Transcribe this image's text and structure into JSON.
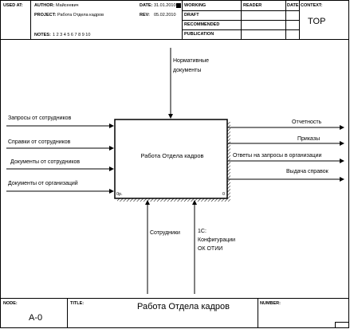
{
  "header": {
    "used_at_label": "USED AT:",
    "author_label": "AUTHOR:",
    "author_value": "Майсеевич",
    "project_label": "PROJECT:",
    "project_value": "Работа Отдела кадров",
    "date_label": "DATE:",
    "date_value": "31.01.2010",
    "rev_label": "REV:",
    "rev_value": "05.02.2010",
    "notes_label": "NOTES:",
    "notes_value": "1 2 3 4 5 6 7 8 9 10",
    "status_items": [
      "WORKING",
      "DRAFT",
      "RECOMMENDED",
      "PUBLICATION"
    ],
    "reader_label": "READER",
    "date_col_label": "DATE",
    "context_label": "CONTEXT:",
    "context_value": "TOP"
  },
  "diagram": {
    "activity_label": "Работа Отдела кадров",
    "activity_number": "0р.",
    "activity_corner": "0",
    "controls": [
      {
        "label_lines": [
          "Нормативные",
          "документы"
        ]
      }
    ],
    "inputs": [
      {
        "label": "Запросы от сотрудников"
      },
      {
        "label": "Справки от сотрудников"
      },
      {
        "label": "Документы от сотрудников"
      },
      {
        "label": "Документы от организаций"
      }
    ],
    "outputs": [
      {
        "label": "Отчетность"
      },
      {
        "label": "Приказы"
      },
      {
        "label": "Ответы на запросы в организации"
      },
      {
        "label": "Выдача справок"
      }
    ],
    "mechanisms": [
      {
        "label_lines": [
          "Сотрудники"
        ]
      },
      {
        "label_lines": [
          "1С:",
          "Конфигурации",
          "ОК ОТИИ"
        ]
      }
    ]
  },
  "footer": {
    "node_label": "NODE:",
    "node_value": "A-0",
    "title_label": "TITLE:",
    "title_value": "Работа Отдела кадров",
    "number_label": "NUMBER:"
  }
}
